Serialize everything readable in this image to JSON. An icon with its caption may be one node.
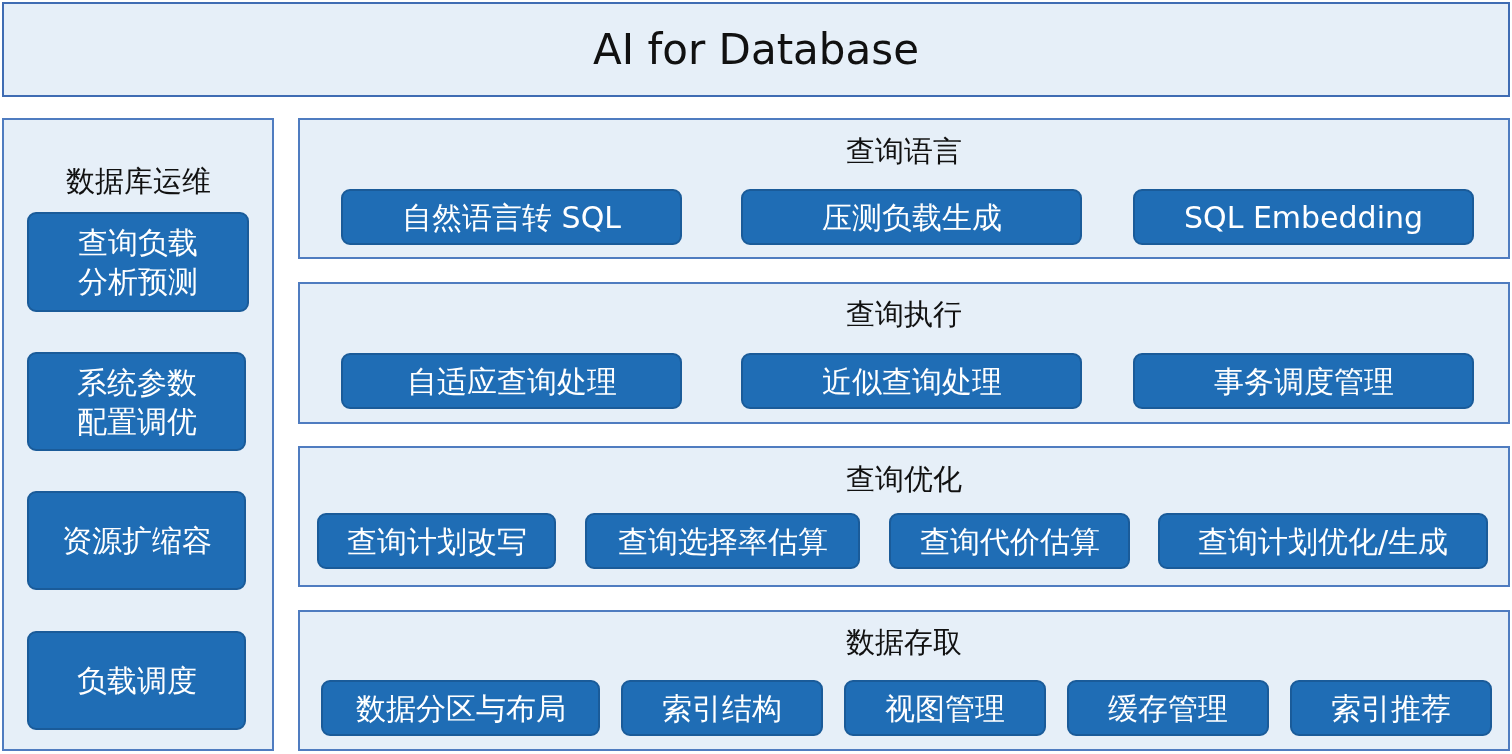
{
  "diagram": {
    "nodes": [
      {
        "text": [
          "AI for Database"
        ]
      },
      {
        "text": [
          "数据库运维"
        ]
      },
      {
        "text": [
          "查询负载分析预测"
        ],
        "in": 1
      },
      {
        "text": [
          "系统参数配置调优"
        ],
        "in": 1
      },
      {
        "text": [
          "资源扩缩容"
        ],
        "in": 1
      },
      {
        "text": [
          "负载调度"
        ],
        "in": 1
      },
      {
        "text": [
          "查询语言"
        ]
      },
      {
        "text": [
          "自然语言转 SQL"
        ],
        "in": 6
      },
      {
        "text": [
          "压测负载生成"
        ],
        "in": 6
      },
      {
        "text": [
          "SQL Embedding"
        ],
        "in": 6
      },
      {
        "text": [
          "查询执行"
        ]
      },
      {
        "text": [
          "自适应查询处理"
        ],
        "in": 10
      },
      {
        "text": [
          "近似查询处理"
        ],
        "in": 10
      },
      {
        "text": [
          "事务调度管理"
        ],
        "in": 10
      },
      {
        "text": [
          "查询优化"
        ]
      },
      {
        "text": [
          "查询计划改写"
        ],
        "in": 14
      },
      {
        "text": [
          "查询选择率估算"
        ],
        "in": 14
      },
      {
        "text": [
          "查询代价估算"
        ],
        "in": 14
      },
      {
        "text": [
          "查询计划优化/生成"
        ],
        "in": 14
      },
      {
        "text": [
          "数据存取"
        ]
      },
      {
        "text": [
          "数据分区与布局"
        ],
        "in": 19
      },
      {
        "text": [
          "索引结构"
        ],
        "in": 19
      },
      {
        "text": [
          "视图管理"
        ],
        "in": 19
      },
      {
        "text": [
          "缓存管理"
        ],
        "in": 19
      },
      {
        "text": [
          "索引推荐"
        ],
        "in": 19
      }
    ]
  }
}
